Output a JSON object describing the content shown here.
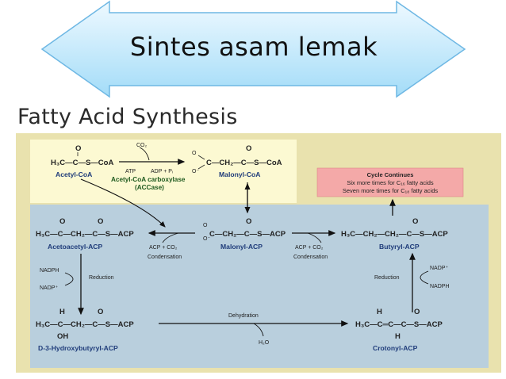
{
  "banner": {
    "title": "Sintes asam lemak",
    "colors": {
      "arrow_fill_top": "#dff5ff",
      "arrow_fill_bottom": "#a8e0fb",
      "arrow_stroke": "#5fb4e4"
    }
  },
  "figure": {
    "title": "Fatty Acid Synthesis",
    "colors": {
      "yellow_panel": "#fcf9cf",
      "blue_panel": "#b8cfdd",
      "outer_panel": "#e7e0ab",
      "cycle_box": "#f4a7a6"
    },
    "acetyl_coa": {
      "formula_top": "O",
      "formula": "H₃C—C—S—CoA",
      "name": "Acetyl-CoA"
    },
    "carboxylation": {
      "co2": "CO₂",
      "atp": "ATP",
      "adp": "ADP + Pᵢ",
      "enzyme": "Acetyl-CoA carboxylase",
      "enzyme_abbr": "(ACCase)"
    },
    "malonyl_coa": {
      "formula": "C—CH₂—C—S—CoA",
      "o_top": "O",
      "o_minus": "O⁻",
      "name": "Malonyl-CoA"
    },
    "cycle_box": {
      "title": "Cycle Continues",
      "line1": "Six more times for C₁₆ fatty acids",
      "line2": "Seven more times for C₁₈ fatty acids"
    },
    "acetoacetyl_acp": {
      "formula": "H₃C—C—CH₂—C—S—ACP",
      "name": "Acetoacetyl-ACP"
    },
    "malonyl_acp": {
      "formula": "C—CH₂—C—S—ACP",
      "name": "Malonyl-ACP"
    },
    "butyryl_acp": {
      "formula": "H₃C—CH₂—CH₂—C—S—ACP",
      "name": "Butyryl-ACP"
    },
    "condensation_left": {
      "text": "ACP + CO₂",
      "label": "Condensation"
    },
    "condensation_right": {
      "text": "ACP + CO₂",
      "label": "Condensation"
    },
    "reduction_left": {
      "nadph": "NADPH",
      "nadp": "NADP⁺",
      "label": "Reduction"
    },
    "reduction_right": {
      "nadph": "NADPH",
      "nadp": "NADP⁺",
      "label": "Reduction"
    },
    "hydroxybutyryl_acp": {
      "formula": "H₃C—C—CH₂—C—S—ACP",
      "h_top": "H",
      "oh": "OH",
      "name": "D-3-Hydroxybutyryl-ACP"
    },
    "dehydration": {
      "label": "Dehydration",
      "water": "H₂O"
    },
    "crotonyl_acp": {
      "formula": "H₃C—C═C—C—S—ACP",
      "h_top": "H",
      "h_bottom": "H",
      "name": "Crotonyl-ACP"
    }
  }
}
